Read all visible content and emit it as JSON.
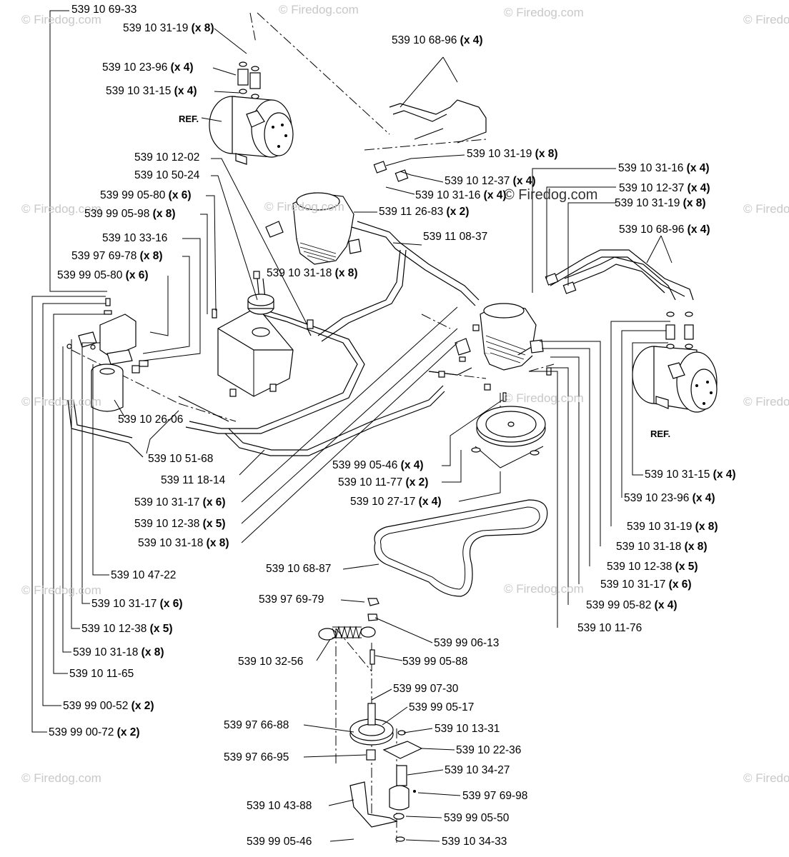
{
  "refs": {
    "left": "REF.",
    "right": "REF."
  },
  "watermarks": [
    "© Firedog.com",
    "© Firedog.com",
    "© Firedog.com",
    "© Firedog.com",
    "© Firedog.com",
    "© Firedog.com",
    "© Firedog.com",
    "© Firedog.com",
    "© Firedog.com",
    "© Firedog.com",
    "© Firedog.com",
    "© Firedog.com",
    "© Firedog.com",
    "© Firedog.com"
  ],
  "watermark_main": "© Firedog.com",
  "parts": [
    {
      "num": "539 10 69-33",
      "qty": ""
    },
    {
      "num": "539 10 31-19",
      "qty": "(x 8)"
    },
    {
      "num": "539 10 23-96",
      "qty": "(x 4)"
    },
    {
      "num": "539 10 31-15",
      "qty": "(x 4)"
    },
    {
      "num": "539 10 68-96",
      "qty": "(x 4)"
    },
    {
      "num": "539 10 31-19",
      "qty": "(x 8)"
    },
    {
      "num": "539 10 12-37",
      "qty": "(x 4)"
    },
    {
      "num": "539 10 31-16",
      "qty": "(x 4)"
    },
    {
      "num": "539 10 12-02",
      "qty": ""
    },
    {
      "num": "539 10 50-24",
      "qty": ""
    },
    {
      "num": "539 99 05-80",
      "qty": "(x 6)"
    },
    {
      "num": "539 99 05-98",
      "qty": "(x 8)"
    },
    {
      "num": "539 10 33-16",
      "qty": ""
    },
    {
      "num": "539 97 69-78",
      "qty": "(x 8)"
    },
    {
      "num": "539 99 05-80",
      "qty": "(x 6)"
    },
    {
      "num": "539 11 26-83",
      "qty": "(x 2)"
    },
    {
      "num": "539 11 08-37",
      "qty": ""
    },
    {
      "num": "539 10 31-18",
      "qty": "(x 8)"
    },
    {
      "num": "539 10 31-16",
      "qty": "(x 4)"
    },
    {
      "num": "539 10 12-37",
      "qty": "(x 4)"
    },
    {
      "num": "539 10 31-19",
      "qty": "(x 8)"
    },
    {
      "num": "539 10 68-96",
      "qty": "(x 4)"
    },
    {
      "num": "539 10 26-06",
      "qty": ""
    },
    {
      "num": "539 10 51-68",
      "qty": ""
    },
    {
      "num": "539 11 18-14",
      "qty": ""
    },
    {
      "num": "539 99 05-46",
      "qty": "(x 4)"
    },
    {
      "num": "539 10 11-77",
      "qty": "(x 2)"
    },
    {
      "num": "539 10 27-17",
      "qty": "(x 4)"
    },
    {
      "num": "539 10 31-17",
      "qty": "(x 6)"
    },
    {
      "num": "539 10 12-38",
      "qty": "(x 5)"
    },
    {
      "num": "539 10 31-18",
      "qty": "(x 8)"
    },
    {
      "num": "539 10 31-15",
      "qty": "(x 4)"
    },
    {
      "num": "539 10 23-96",
      "qty": "(x 4)"
    },
    {
      "num": "539 10 31-19",
      "qty": "(x 8)"
    },
    {
      "num": "539 10 31-18",
      "qty": "(x 8)"
    },
    {
      "num": "539 10 12-38",
      "qty": "(x 5)"
    },
    {
      "num": "539 10 31-17",
      "qty": "(x 6)"
    },
    {
      "num": "539 99 05-82",
      "qty": "(x 4)"
    },
    {
      "num": "539 10 11-76",
      "qty": ""
    },
    {
      "num": "539 10 68-87",
      "qty": ""
    },
    {
      "num": "539 97 69-79",
      "qty": ""
    },
    {
      "num": "539 99 06-13",
      "qty": ""
    },
    {
      "num": "539 10 32-56",
      "qty": ""
    },
    {
      "num": "539 99 05-88",
      "qty": ""
    },
    {
      "num": "539 10 47-22",
      "qty": ""
    },
    {
      "num": "539 10 31-17",
      "qty": "(x 6)"
    },
    {
      "num": "539 10 12-38",
      "qty": "(x 5)"
    },
    {
      "num": "539 10 31-18",
      "qty": "(x 8)"
    },
    {
      "num": "539 10 11-65",
      "qty": ""
    },
    {
      "num": "539 99 00-52",
      "qty": "(x 2)"
    },
    {
      "num": "539 99 00-72",
      "qty": "(x 2)"
    },
    {
      "num": "539 99 07-30",
      "qty": ""
    },
    {
      "num": "539 99 05-17",
      "qty": ""
    },
    {
      "num": "539 97 66-88",
      "qty": ""
    },
    {
      "num": "539 10 13-31",
      "qty": ""
    },
    {
      "num": "539 10 22-36",
      "qty": ""
    },
    {
      "num": "539 97 66-95",
      "qty": ""
    },
    {
      "num": "539 10 34-27",
      "qty": ""
    },
    {
      "num": "539 97 69-98",
      "qty": ""
    },
    {
      "num": "539 10 43-88",
      "qty": ""
    },
    {
      "num": "539 99 05-50",
      "qty": ""
    },
    {
      "num": "539 99 05-46",
      "qty": ""
    },
    {
      "num": "539 10 34-33",
      "qty": ""
    }
  ]
}
